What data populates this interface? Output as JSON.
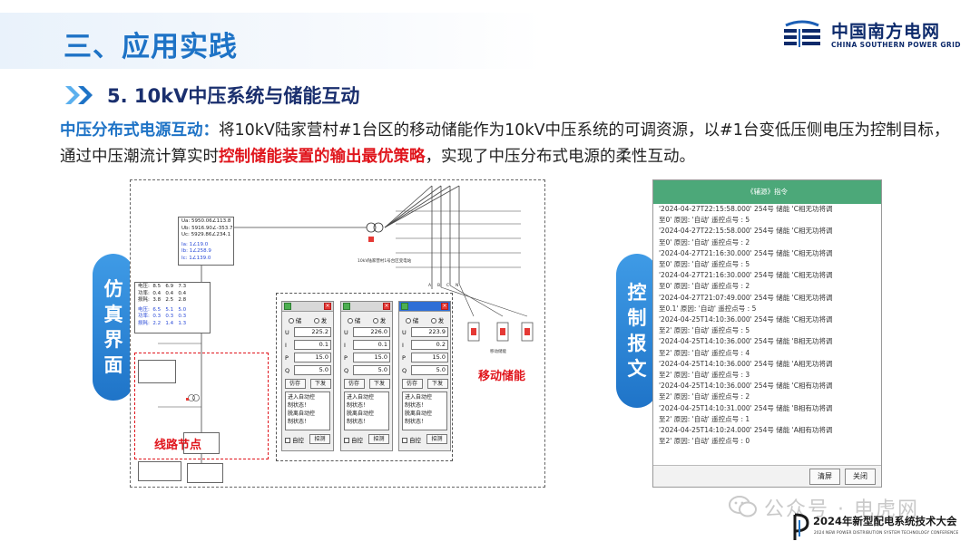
{
  "header": {
    "page_title": "三、应用实践",
    "logo_cn": "中国南方电网",
    "logo_en": "CHINA SOUTHERN POWER GRID"
  },
  "section": {
    "title": "5. 10kV中压系统与储能互动"
  },
  "paragraph": {
    "lead": "中压分布式电源互动：",
    "part1": "将10kV陆家营村#1台区的移动储能作为10kV中压系统的可调资源，以#1台变低压侧电压为控制目标，通过中压潮流计算实时",
    "highlight": "控制储能装置的输出最优策略",
    "part2": "，实现了中压分布式电源的柔性互动。"
  },
  "side_tabs": {
    "left": [
      "仿",
      "真",
      "界",
      "面"
    ],
    "right": [
      "控",
      "制",
      "报",
      "文"
    ]
  },
  "sim": {
    "voltage_box": {
      "lines": [
        "Ua: 5950.06∠113.8",
        "Ub: 5916.90∠-353.7",
        "Uc: 5929.86∠234.1"
      ],
      "current_lines": [
        "Ia: 1∠19.0",
        "Ib: 1∠258.9",
        "Ic: 1∠139.0"
      ]
    },
    "pq_box_a": {
      "lines": [
        "电压:  8.5   6.9   7.3",
        "功率:  0.4   0.4   0.4",
        "损耗:  3.8   2.5   2.8"
      ],
      "blue_lines": [
        "电压:  6.5   5.1   5.0",
        "功率:  0.3   0.3   0.3",
        "损耗:  2.2   1.4   1.3"
      ]
    },
    "transformer_caption": "10kV陆家营村1号台区变电站",
    "storage_caption": "移动储能",
    "labels": {
      "mobile_storage": "移动储能",
      "line_node": "线路节点"
    },
    "phase_labels": [
      "A",
      "B",
      "C",
      "N"
    ],
    "dialogs": [
      {
        "mode_charge": "储",
        "mode_discharge": "发",
        "U": "225.2",
        "I": "0.1",
        "P": "15.0",
        "Q": "5.0",
        "btn_sim": "仿存",
        "btn_send": "下发",
        "log": [
          "进入自动控",
          "制状态！",
          "脱离自动控",
          "制状态！"
        ],
        "auto_label": "自控",
        "btn_measure": "招测"
      },
      {
        "mode_charge": "储",
        "mode_discharge": "发",
        "U": "226.0",
        "I": "0.1",
        "P": "15.0",
        "Q": "5.0",
        "btn_sim": "仿存",
        "btn_send": "下发",
        "log": [
          "进入自动控",
          "制状态！",
          "脱离自动控",
          "制状态！"
        ],
        "auto_label": "自控",
        "btn_measure": "招测"
      },
      {
        "mode_charge": "储",
        "mode_discharge": "发",
        "U": "223.9",
        "I": "0.2",
        "P": "15.0",
        "Q": "5.0",
        "btn_sim": "仿存",
        "btn_send": "下发",
        "log": [
          "进入自动控",
          "制状态！",
          "脱离自动控",
          "制状态！"
        ],
        "auto_label": "自控",
        "btn_measure": "招测"
      }
    ]
  },
  "ctrl": {
    "title": "《辅源》指令",
    "lines": [
      "'2024-04-27T22:15:58.000'    254号  储能  'C相无功将调",
      "至0'  原因: '自动'  遥控点号 : 5",
      "'2024-04-27T22:15:58.000'    254号  储能  'C相无功将调",
      "至0'  原因: '自动'  遥控点号 : 2",
      "'2024-04-27T21:16:30.000'    254号  储能  'C相无功将调",
      "至0'  原因: '自动'  遥控点号 : 5",
      "'2024-04-27T21:16:30.000'    254号  储能  'C相无功将调",
      "至0'  原因: '自动'  遥控点号 : 2",
      "'2024-04-27T21:07:49.000'    254号  储能  'C相无功将调",
      "至0.1'  原因: '自动'  遥控点号 : 5",
      "'2024-04-25T14:10:36.000'    254号  储能  'C相无功将调",
      "至2'  原因: '自动'  遥控点号 : 5",
      "'2024-04-25T14:10:36.000'    254号  储能  'B相无功将调",
      "至2'  原因: '自动'  遥控点号 : 4",
      "'2024-04-25T14:10:36.000'    254号  储能  'A相无功将调",
      "至2'  原因: '自动'  遥控点号 : 3",
      "'2024-04-25T14:10:36.000'    254号  储能  'C相有功将调",
      "至2'  原因: '自动'  遥控点号 : 2",
      "'2024-04-25T14:10:31.000'    254号  储能  'B相有功将调",
      "至2'  原因: '自动'  遥控点号 : 1",
      "'2024-04-25T14:10:24.000'    254号  储能  'A相有功将调",
      "至2'  原因: '自动'  遥控点号 : 0"
    ],
    "btn_clear": "清屏",
    "btn_close": "关闭"
  },
  "footer": {
    "watermark": "公众号 · 电虎网",
    "conference_cn": "2024年新型配电系统技术大会",
    "conference_en": "2024 NEW POWER DISTRIBUTION SYSTEM TECHNOLOGY CONFERENCE"
  },
  "colors": {
    "brand_blue": "#1e73c6",
    "navy": "#1a2f6e",
    "highlight_red": "#e0161d",
    "panel_green": "#4ca879"
  }
}
